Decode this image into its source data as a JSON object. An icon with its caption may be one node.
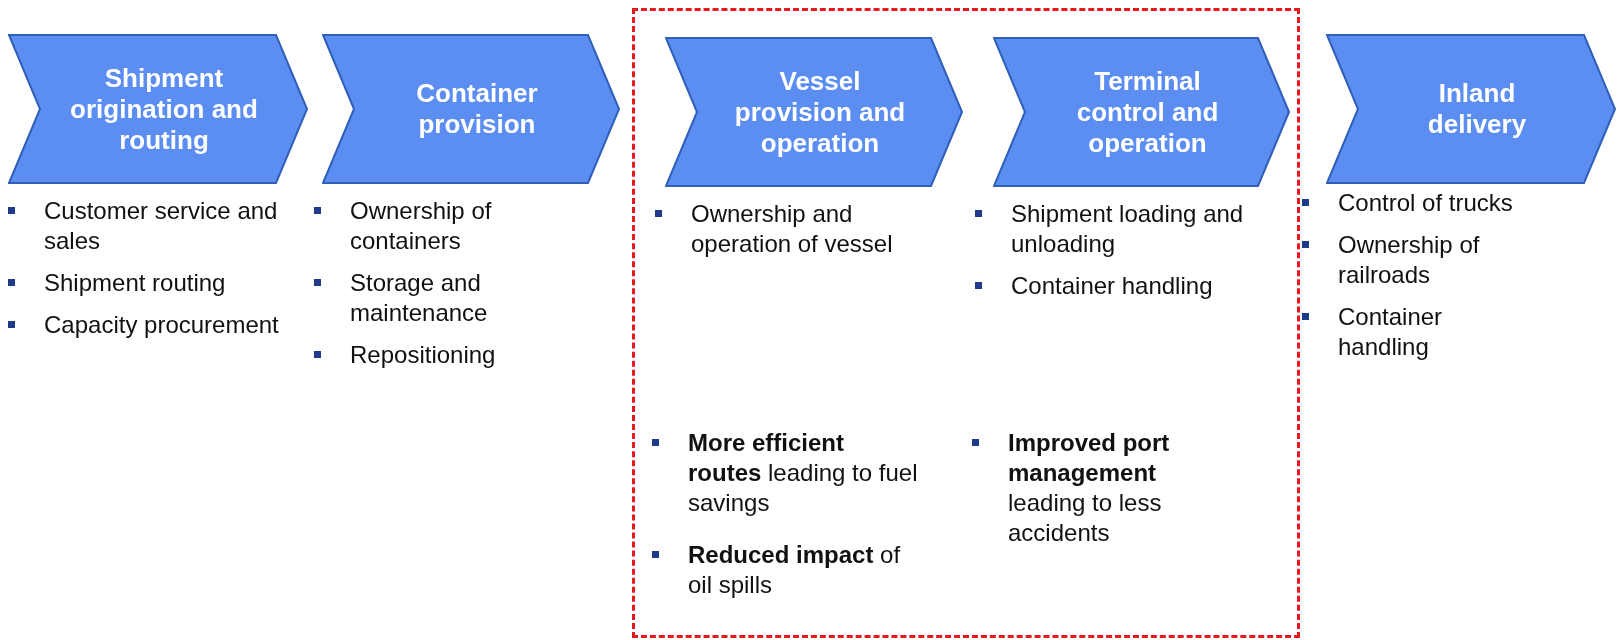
{
  "diagram": {
    "nodes": [
      {
        "text": [
          "Shipment origination and routing"
        ],
        "beside": [
          "Customer service and sales",
          "Shipment routing",
          "Capacity procurement"
        ]
      },
      {
        "text": [
          "Container provision"
        ],
        "beside": [
          "Ownership of containers",
          "Storage and maintenance",
          "Repositioning"
        ]
      },
      {
        "text": [],
        "shape": "box"
      },
      {
        "text": [
          "Vessel provision and operation"
        ],
        "in": 2,
        "beside": [
          "Ownership and operation of vessel"
        ]
      },
      {
        "text": [
          "Terminal control and operation"
        ],
        "in": 2,
        "beside": [
          "Shipment loading and unloading",
          "Container handling"
        ]
      },
      {
        "text": [
          "Inland delivery"
        ],
        "beside": [
          "Control of trucks",
          "Ownership of railroads",
          "Container handling"
        ]
      }
    ],
    "labels": [
      "**More efficient routes** leading to fuel savings",
      "**Reduced impact** of oil spills",
      "**Improved port management** leading to less accidents"
    ]
  }
}
